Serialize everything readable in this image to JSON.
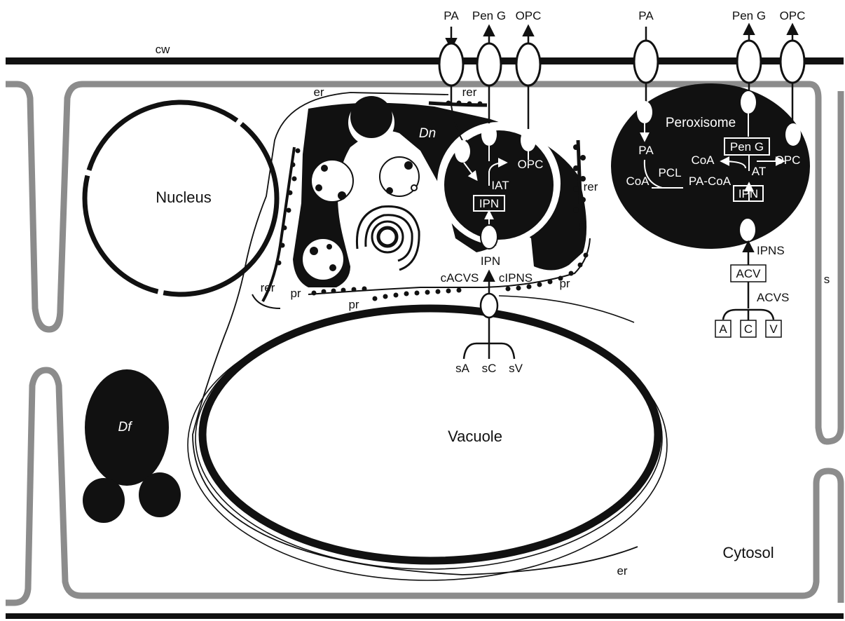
{
  "colors": {
    "ink": "#111111",
    "wall_gray": "#8c8c8c",
    "paper": "#ffffff"
  },
  "labels": {
    "cw": "cw",
    "s": "s",
    "cytosol": "Cytosol",
    "nucleus": "Nucleus",
    "vacuole": "Vacuole",
    "peroxisome": "Peroxisome",
    "df": "Df",
    "dn": "Dn",
    "er_top": "er",
    "er_bottom": "er",
    "rer_top": "rer",
    "rer_right": "rer",
    "rer_left": "rer",
    "pr_left": "pr",
    "pr_bottom": "pr",
    "pr_right": "pr",
    "top_pa_1": "PA",
    "top_peng_1": "Pen G",
    "top_opc_1": "OPC",
    "top_pa_2": "PA",
    "top_peng_2": "Pen G",
    "top_opc_2": "OPC",
    "dn_iat": "IAT",
    "dn_ipn_box": "IPN",
    "dn_opc": "OPC",
    "dn_ipn": "IPN",
    "cacvs": "cACVS",
    "cipns": "cIPNS",
    "sa": "sA",
    "sc": "sC",
    "sv": "sV",
    "px_pa": "PA",
    "px_peng": "Pen G",
    "px_coa_left": "CoA",
    "px_pcl": "PCL",
    "px_coa_mid": "CoA",
    "px_paco": "PA-CoA",
    "px_at": "AT",
    "px_opc": "OPC",
    "px_ipn": "IPN",
    "ipns": "IPNS",
    "acv": "ACV",
    "acvs": "ACVS",
    "a": "A",
    "c": "C",
    "v": "V"
  }
}
